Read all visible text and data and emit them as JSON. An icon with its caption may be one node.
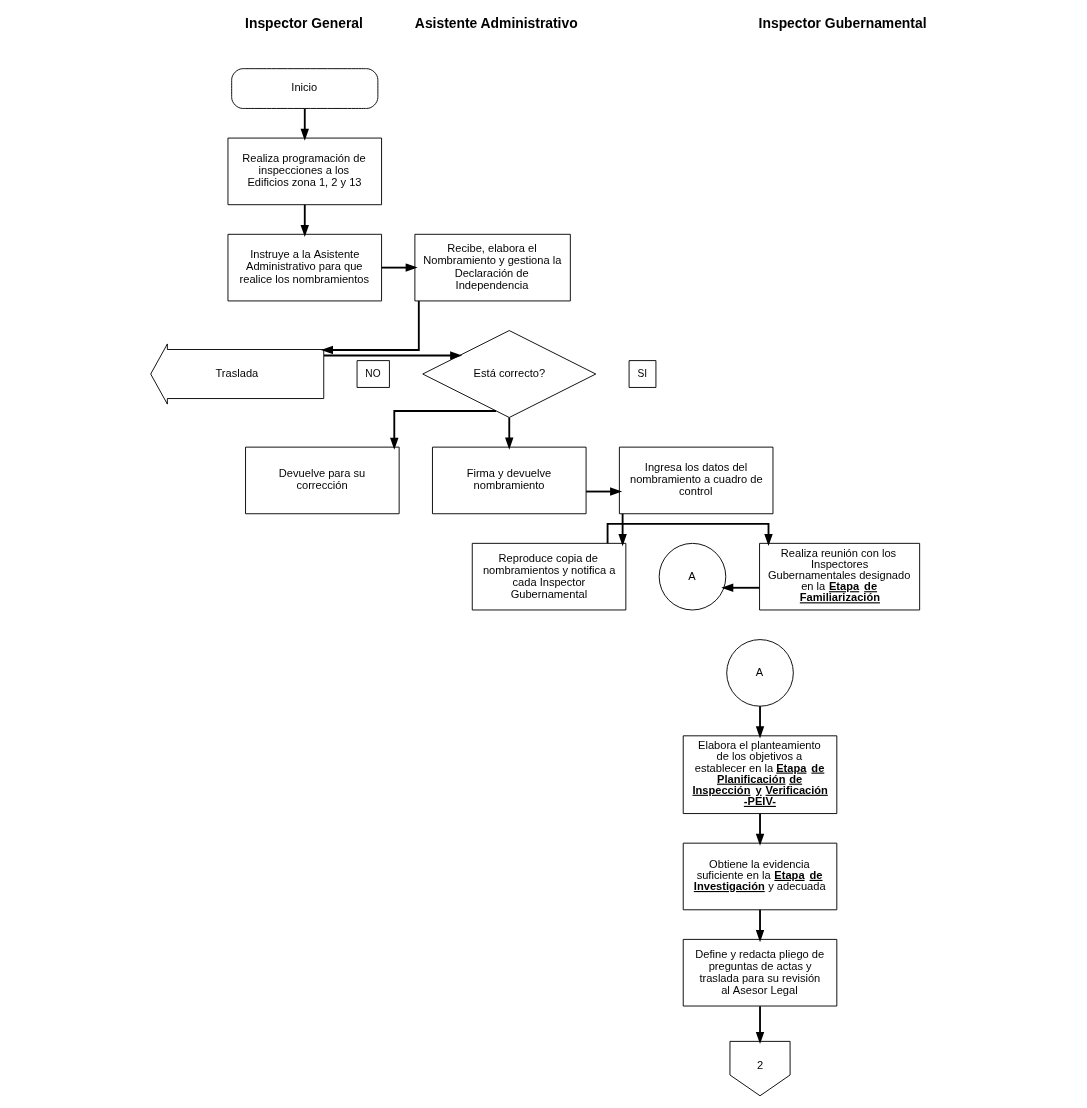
{
  "diagram": {
    "nodes": [
      {
        "text": [
          "Inicio"
        ]
      },
      {
        "text": [
          "Realiza programación de inspecciones a los Edificios zona 1, 2 y 13"
        ]
      },
      {
        "text": [
          "Instruye a la Asistente Administrativo para que realice los nombramientos"
        ]
      },
      {
        "text": [
          "Recibe, elabora el Nombramiento y gestiona la Declaración de Independencia"
        ]
      },
      {
        "text": [
          "Traslada"
        ]
      },
      {
        "text": [
          "Está correcto?"
        ]
      },
      {
        "text": [
          "NO"
        ]
      },
      {
        "text": [
          "SI"
        ]
      },
      {
        "text": [
          "Devuelve para su corrección"
        ]
      },
      {
        "text": [
          "Firma y devuelve nombramiento"
        ]
      },
      {
        "text": [
          "Ingresa los datos del nombramiento a cuadro de control"
        ]
      },
      {
        "text": [
          "Reproduce copia de nombramientos y notifica a cada Inspector Gubernamental"
        ]
      },
      {
        "text": [
          "Realiza reunión con los Inspectores Gubernamentales designado en la **Etapa de Familiarización**"
        ]
      },
      {
        "text": [
          "A"
        ]
      },
      {
        "text": [
          "A"
        ]
      },
      {
        "text": [
          "Elabora el planteamiento de los objetivos a establecer en la **Etapa de Planificación de Inspección y Verificación -PEIV-**"
        ]
      },
      {
        "text": [
          "Obtiene la evidencia suficiente en la **Etapa de Investigación** y adecuada"
        ]
      },
      {
        "text": [
          "Define y redacta pliego de preguntas de actas y traslada para su revisión al Asesor Legal"
        ]
      },
      {
        "text": [
          "2"
        ]
      }
    ],
    "edges": [
      {
        "from": 0,
        "to": 1,
        "arrow": "to"
      },
      {
        "from": 1,
        "to": 2,
        "arrow": "to"
      },
      {
        "from": 2,
        "to": 3,
        "arrow": "to"
      },
      {
        "from": 3,
        "to": 4,
        "arrow": "to"
      },
      {
        "from": 4,
        "to": 5,
        "arrow": "to"
      },
      {
        "from": 5,
        "to": 8,
        "arrow": "to"
      },
      {
        "from": 5,
        "to": 9,
        "arrow": "to"
      },
      {
        "from": 9,
        "to": 10,
        "arrow": "to"
      },
      {
        "from": 10,
        "to": 11,
        "arrow": "to"
      },
      {
        "from": 11,
        "to": 12,
        "arrow": "to"
      },
      {
        "from": 12,
        "to": 13,
        "arrow": "to"
      },
      {
        "from": 14,
        "to": 15,
        "arrow": "to"
      },
      {
        "from": 15,
        "to": 16,
        "arrow": "to"
      },
      {
        "from": 16,
        "to": 17,
        "arrow": "to"
      },
      {
        "from": 17,
        "to": 18,
        "arrow": "to"
      }
    ],
    "labels": [
      "Inspector General",
      "Asistente Administrativo",
      "Inspector Gubernamental"
    ]
  }
}
